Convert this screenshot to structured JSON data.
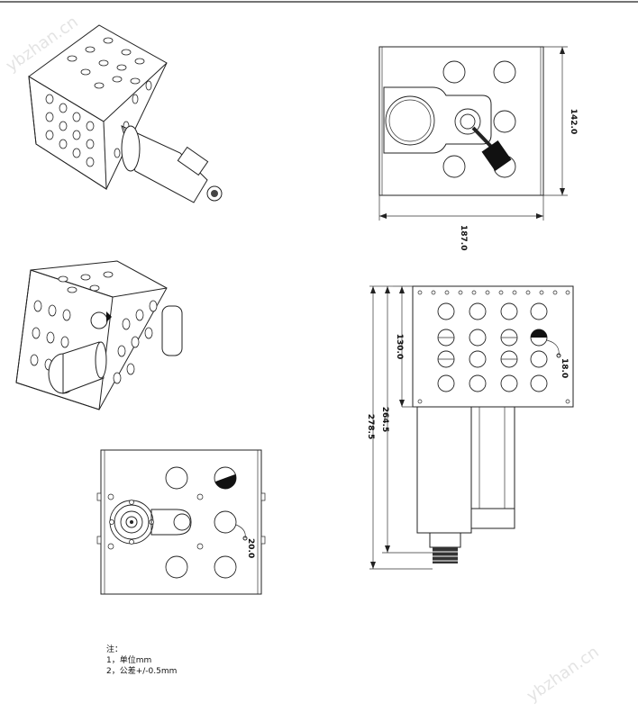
{
  "dimensions": {
    "top_view_height": "142.0",
    "top_view_width": "187.0",
    "side_hole_dia": "18.0",
    "side_box_height": "130.0",
    "side_mid_length": "264.5",
    "side_total_length": "278.5",
    "bottom_hole_dia": "20.0"
  },
  "notes": {
    "title": "注：",
    "line1": "1，单位mm",
    "line2": "2，公差+/-0.5mm"
  },
  "watermark": {
    "top_left": "ybzhan.cn",
    "bottom_right": "ybzhan.cn"
  }
}
